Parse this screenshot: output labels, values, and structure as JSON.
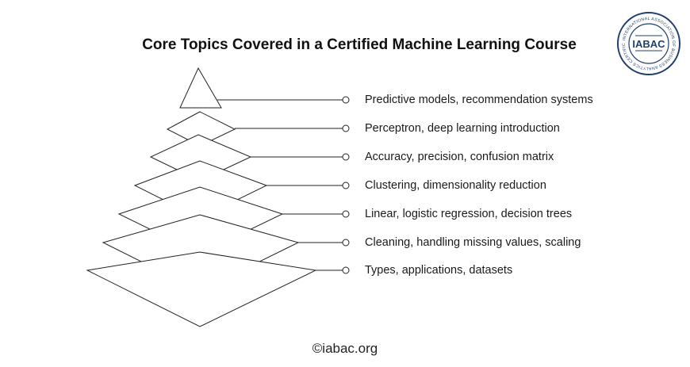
{
  "title": "Core Topics Covered in a Certified Machine Learning Course",
  "layers": [
    {
      "label": "Predictive models, recommendation systems"
    },
    {
      "label": "Perceptron, deep learning introduction"
    },
    {
      "label": "Accuracy, precision, confusion matrix"
    },
    {
      "label": "Clustering, dimensionality reduction"
    },
    {
      "label": "Linear, logistic regression, decision trees"
    },
    {
      "label": "Cleaning, handling missing values, scaling"
    },
    {
      "label": "Types, applications, datasets"
    }
  ],
  "footer": "©iabac.org",
  "logo": {
    "text": "IABAC",
    "ring_text": "INTERNATIONAL ASSOCIATION OF BUSINESS ANALYTICS CERTIFICATION",
    "color": "#1f3f6e"
  }
}
